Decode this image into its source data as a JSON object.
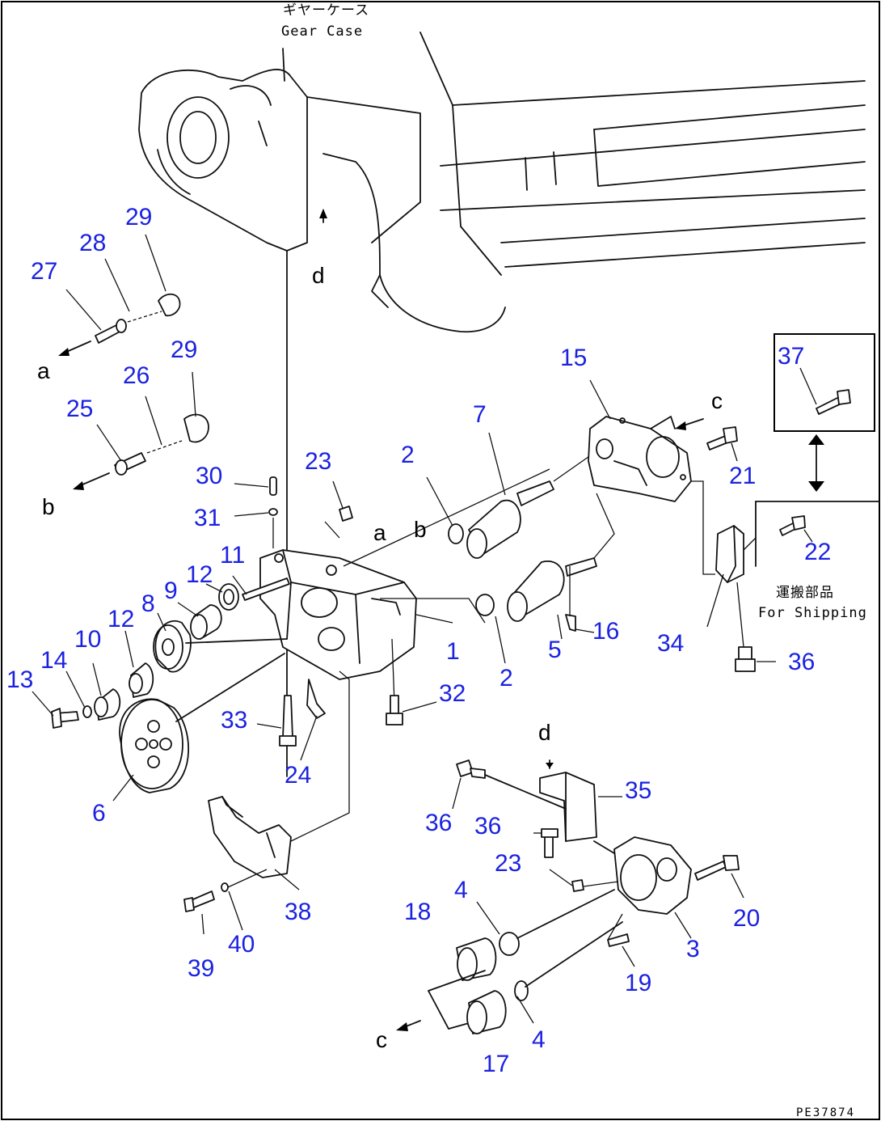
{
  "labels": {
    "gear_case_jp": "ギヤーケース",
    "gear_case_en": "Gear Case",
    "shipping_jp": "運搬部品",
    "shipping_en": "For Shipping",
    "drawing_code": "PE37874"
  },
  "refs": [
    "a",
    "a",
    "b",
    "b",
    "c",
    "c",
    "d",
    "d"
  ],
  "parts": [
    "1",
    "2",
    "2",
    "3",
    "4",
    "4",
    "5",
    "6",
    "7",
    "8",
    "9",
    "10",
    "11",
    "12",
    "12",
    "13",
    "14",
    "15",
    "16",
    "17",
    "18",
    "19",
    "20",
    "21",
    "22",
    "23",
    "23",
    "24",
    "25",
    "26",
    "27",
    "28",
    "29",
    "29",
    "30",
    "31",
    "32",
    "33",
    "34",
    "35",
    "36",
    "36",
    "36",
    "37",
    "38",
    "39",
    "40"
  ],
  "colors": {
    "callout": "#1b22e0",
    "line": "#111111"
  }
}
